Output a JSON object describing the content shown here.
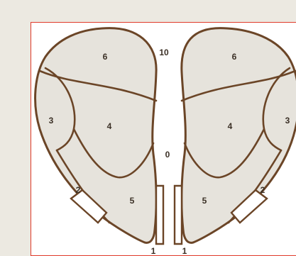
{
  "diagram": {
    "labels": {
      "top": "10",
      "center": "0",
      "left_top": "6",
      "left_side": "3",
      "left_center": "4",
      "left_lower_outer": "2",
      "left_lower_inner": "5",
      "left_bottom": "1",
      "right_top": "6",
      "right_side": "3",
      "right_center": "4",
      "right_lower_outer": "2",
      "right_lower_inner": "5",
      "right_bottom": "1"
    },
    "colors": {
      "region_fill": "#e6e3dc",
      "outline": "#6b4527",
      "frame_border": "#e03a2a",
      "page_background": "#ece9e1"
    }
  }
}
